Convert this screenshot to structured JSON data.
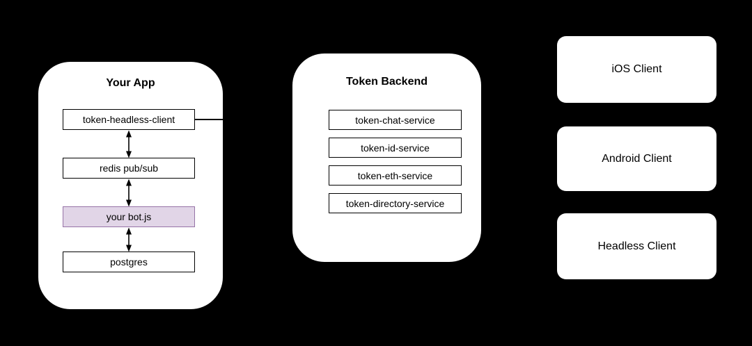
{
  "diagram": {
    "your_app": {
      "title": "Your App",
      "nodes": [
        {
          "label": "token-headless-client",
          "highlighted": false
        },
        {
          "label": "redis pub/sub",
          "highlighted": false
        },
        {
          "label": "your bot.js",
          "highlighted": true
        },
        {
          "label": "postgres",
          "highlighted": false
        }
      ]
    },
    "token_backend": {
      "title": "Token Backend",
      "services": [
        {
          "label": "token-chat-service"
        },
        {
          "label": "token-id-service"
        },
        {
          "label": "token-eth-service"
        },
        {
          "label": "token-directory-service"
        }
      ]
    },
    "clients": [
      {
        "label": "iOS Client"
      },
      {
        "label": "Android Client"
      },
      {
        "label": "Headless Client"
      }
    ]
  },
  "colors": {
    "background": "#000000",
    "surface": "#ffffff",
    "line": "#000000",
    "text": "#000000",
    "accent_fill": "#e1d5e7",
    "accent_border": "#9673a6"
  }
}
